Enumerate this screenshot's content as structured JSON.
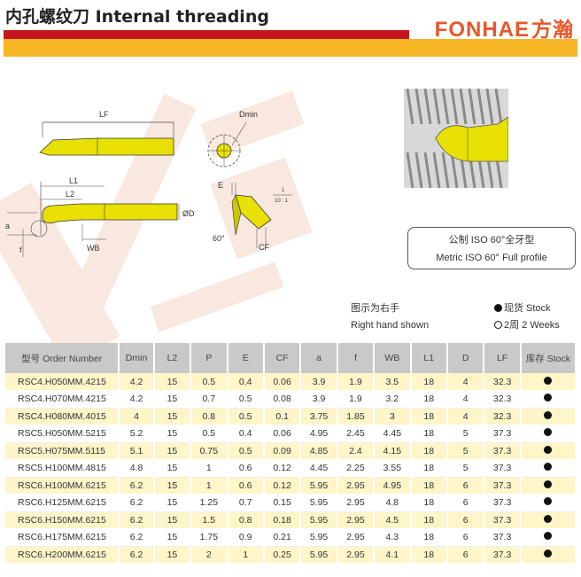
{
  "header": {
    "title": "内孔螺纹刀 Internal threading",
    "brand_en": "FONHAE",
    "brand_cn": "方瀚"
  },
  "drawing": {
    "labels": {
      "lf": "LF",
      "dmin": "Dmin",
      "l1": "L1",
      "l2": "L2",
      "a": "a",
      "f": "f",
      "wb": "WB",
      "d": "ØD",
      "e": "E",
      "angle": "60°",
      "cf": "CF",
      "ratio_top": "1",
      "ratio_bottom": "10 : 1"
    }
  },
  "profile": {
    "cn": "公制 ISO 60°全牙型",
    "en": "Metric ISO 60° Full profile"
  },
  "notes": {
    "hand_cn": "图示为右手",
    "hand_en": "Right hand shown",
    "stock_label": "现货 Stock",
    "weeks_label": "2周 2 Weeks"
  },
  "colors": {
    "accent_red": "#c4161c",
    "accent_yellow": "#f7b626",
    "brand_orange": "#e8572a",
    "row_highlight": "#fef6c9"
  },
  "table": {
    "headers": [
      "型号 Order Number",
      "Dmin",
      "L2",
      "P",
      "E",
      "CF",
      "a",
      "f",
      "WB",
      "L1",
      "D",
      "LF",
      "库存 Stock"
    ],
    "rows": [
      [
        "RSC4.H050MM.4215",
        "4.2",
        "15",
        "0.5",
        "0.4",
        "0.06",
        "3.9",
        "1.9",
        "3.5",
        "18",
        "4",
        "32.3",
        "stock"
      ],
      [
        "RSC4.H070MM.4215",
        "4.2",
        "15",
        "0.7",
        "0.5",
        "0.08",
        "3.9",
        "1.9",
        "3.2",
        "18",
        "4",
        "32.3",
        "stock"
      ],
      [
        "RSC4.H080MM.4015",
        "4",
        "15",
        "0.8",
        "0.5",
        "0.1",
        "3.75",
        "1.85",
        "3",
        "18",
        "4",
        "32.3",
        "stock"
      ],
      [
        "RSC5.H050MM.5215",
        "5.2",
        "15",
        "0.5",
        "0.4",
        "0.06",
        "4.95",
        "2.45",
        "4.45",
        "18",
        "5",
        "37.3",
        "stock"
      ],
      [
        "RSC5.H075MM.5115",
        "5.1",
        "15",
        "0.75",
        "0.5",
        "0.09",
        "4.85",
        "2.4",
        "4.15",
        "18",
        "5",
        "37.3",
        "stock"
      ],
      [
        "RSC5.H100MM.4815",
        "4.8",
        "15",
        "1",
        "0.6",
        "0.12",
        "4.45",
        "2.25",
        "3.55",
        "18",
        "5",
        "37.3",
        "stock"
      ],
      [
        "RSC6.H100MM.6215",
        "6.2",
        "15",
        "1",
        "0.6",
        "0.12",
        "5.95",
        "2.95",
        "4.95",
        "18",
        "6",
        "37.3",
        "stock"
      ],
      [
        "RSC6.H125MM.6215",
        "6.2",
        "15",
        "1.25",
        "0.7",
        "0.15",
        "5.95",
        "2.95",
        "4.8",
        "18",
        "6",
        "37.3",
        "stock"
      ],
      [
        "RSC6.H150MM.6215",
        "6.2",
        "15",
        "1.5",
        "0.8",
        "0.18",
        "5.95",
        "2.95",
        "4.5",
        "18",
        "6",
        "37.3",
        "stock"
      ],
      [
        "RSC6.H175MM.6215",
        "6.2",
        "15",
        "1.75",
        "0.9",
        "0.21",
        "5.95",
        "2.95",
        "4.3",
        "18",
        "6",
        "37.3",
        "stock"
      ],
      [
        "RSC6.H200MM.6215",
        "6.2",
        "15",
        "2",
        "1",
        "0.25",
        "5.95",
        "2.95",
        "4.1",
        "18",
        "6",
        "37.3",
        "stock"
      ]
    ]
  }
}
